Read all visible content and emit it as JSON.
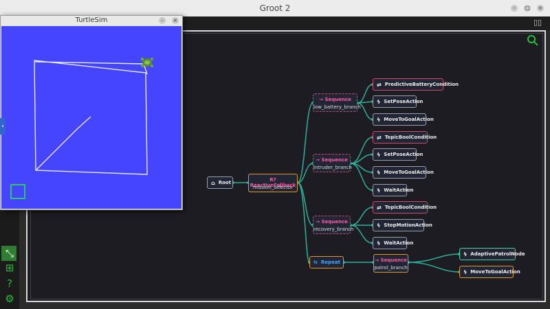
{
  "groot": {
    "title": "Groot 2",
    "window_controls": {
      "minimize": "–",
      "maximize": "□",
      "close": "×"
    }
  },
  "turtlesim": {
    "title": "TurtleSim",
    "window_controls": {
      "minimize": "–",
      "close": "×"
    }
  },
  "tree": {
    "root": {
      "label": "Root"
    },
    "fallback": {
      "type": "ReactiveFallback",
      "name": "mission_selector"
    },
    "branches": [
      {
        "type": "Sequence",
        "name": "low_battery_branch",
        "children": [
          {
            "label": "PredictiveBatteryCondition",
            "kind": "condition"
          },
          {
            "label": "SetPoseAction",
            "kind": "action"
          },
          {
            "label": "MoveToGoalAction",
            "kind": "action"
          }
        ]
      },
      {
        "type": "Sequence",
        "name": "intruder_branch",
        "children": [
          {
            "label": "TopicBoolCondition",
            "kind": "condition"
          },
          {
            "label": "SetPoseAction",
            "kind": "action"
          },
          {
            "label": "MoveToGoalAction",
            "kind": "action"
          },
          {
            "label": "WaitAction",
            "kind": "action"
          }
        ]
      },
      {
        "type": "Sequence",
        "name": "recovery_branch",
        "children": [
          {
            "label": "TopicBoolCondition",
            "kind": "condition"
          },
          {
            "label": "StopMotionAction",
            "kind": "action"
          },
          {
            "label": "WaitAction",
            "kind": "action"
          }
        ]
      }
    ],
    "repeat": {
      "label": "Repeat"
    },
    "patrol": {
      "type": "Sequence",
      "name": "patrol_branch",
      "children": [
        {
          "label": "AdaptivePatrolNode",
          "kind": "action"
        },
        {
          "label": "MoveToGoalAction",
          "kind": "action"
        }
      ]
    }
  },
  "colors": {
    "edge": "#2bb39a",
    "sequence_accent": "#ff5aa8",
    "condition_border": "#d04a6a",
    "running_border": "#e39a22",
    "success_border": "#3fd4a0",
    "turtle_bg": "#4545ff",
    "groot_accent": "#21c13c"
  },
  "icons": {
    "search": "search-icon",
    "sequence": "arrow-right-icon",
    "fallback": "fallback-icon",
    "condition": "condition-icon",
    "action": "lightning-icon",
    "repeat": "repeat-icon",
    "root": "tree-icon"
  }
}
